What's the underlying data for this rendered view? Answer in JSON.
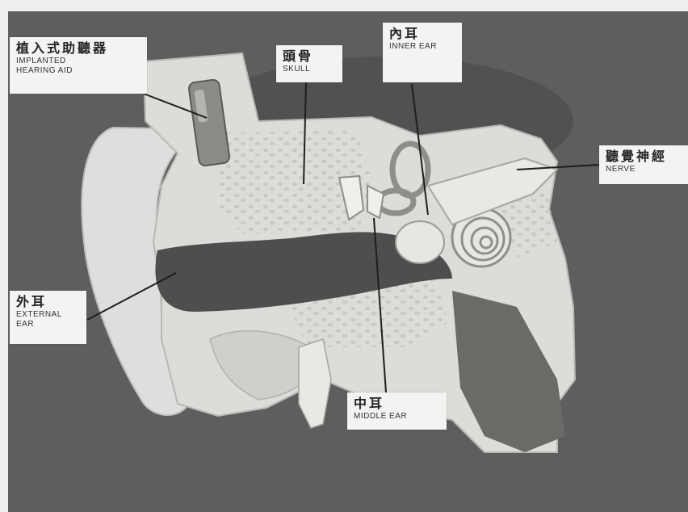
{
  "diagram": {
    "labels": {
      "implant": {
        "zh": "植入式助聽器",
        "en": "IMPLANTED\nHEARING AID"
      },
      "skull": {
        "zh": "頭骨",
        "en": "SKULL"
      },
      "inner": {
        "zh": "內耳",
        "en": "INNER EAR"
      },
      "nerve": {
        "zh": "聽覺神經",
        "en": "NERVE"
      },
      "external": {
        "zh": "外耳",
        "en": "EXTERNAL\nEAR"
      },
      "middle": {
        "zh": "中耳",
        "en": "MIDDLE EAR"
      }
    },
    "colors": {
      "background": "#5e5e5e",
      "model": "#dcdcd8",
      "canal": "#4e4e4e"
    }
  }
}
